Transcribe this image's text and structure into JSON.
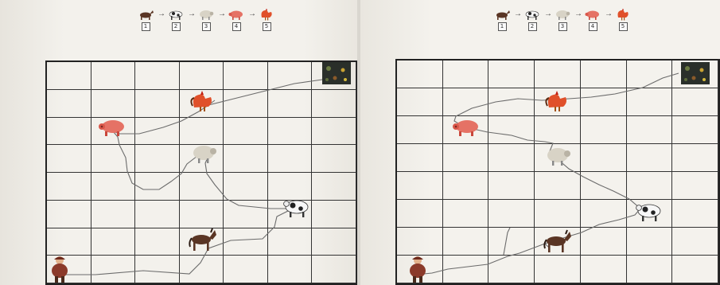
{
  "sequence": {
    "steps": [
      {
        "number": "1",
        "icon": "horse-icon"
      },
      {
        "number": "2",
        "icon": "cow-icon"
      },
      {
        "number": "3",
        "icon": "sheep-icon"
      },
      {
        "number": "4",
        "icon": "pig-icon"
      },
      {
        "number": "5",
        "icon": "rooster-icon"
      }
    ],
    "arrow": "→"
  },
  "grid": {
    "columns": 7,
    "rows": 8
  },
  "colors": {
    "paper": "#f1efe9",
    "grid_line": "#222222",
    "path_line": "#6b6b6b",
    "horse": "#5a3524",
    "pig": "#e06a5c",
    "rooster": "#e0502a",
    "sheep": "#cfcabd",
    "cow": "#2a2a2a",
    "farmer": "#8b3a2a",
    "house": "#2a2f2a"
  },
  "sheets": [
    {
      "name": "left",
      "icons": [
        "house-icon",
        "rooster-icon",
        "pig-icon",
        "sheep-icon",
        "cow-icon",
        "horse-icon",
        "farmer-icon"
      ]
    },
    {
      "name": "right",
      "icons": [
        "house-icon",
        "rooster-icon",
        "pig-icon",
        "sheep-icon",
        "cow-icon",
        "horse-icon",
        "farmer-icon"
      ]
    }
  ]
}
